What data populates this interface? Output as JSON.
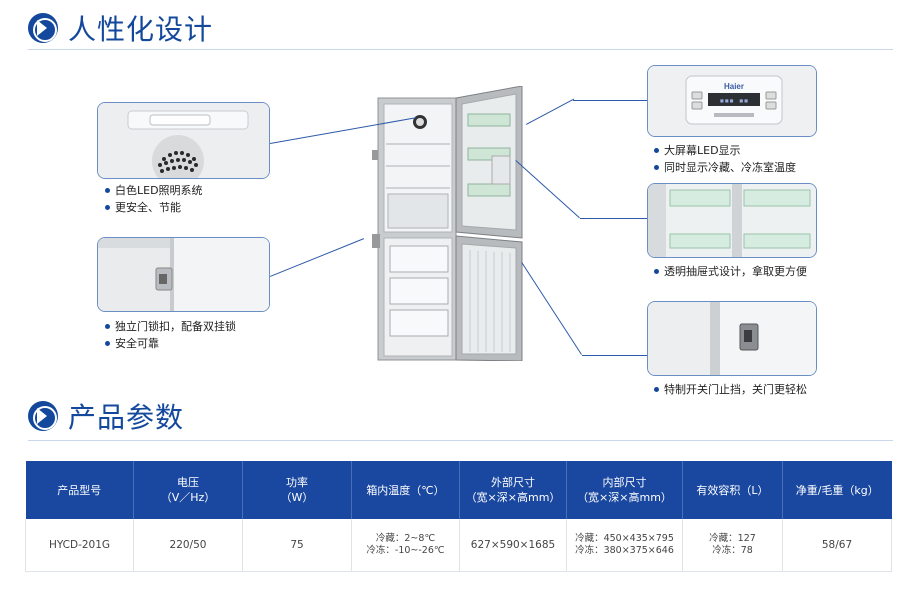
{
  "sections": {
    "design_title": "人性化设计",
    "params_title": "产品参数"
  },
  "features": {
    "light": {
      "bullets": [
        "白色LED照明系统",
        "更安全、节能"
      ]
    },
    "lock": {
      "bullets": [
        "独立门锁扣，配备双挂锁",
        "安全可靠"
      ]
    },
    "display": {
      "bullets": [
        "大屏幕LED显示",
        "同时显示冷藏、冷冻室温度"
      ],
      "brand": "Haier"
    },
    "drawer": {
      "bullets": [
        "透明抽屉式设计，拿取更方便"
      ]
    },
    "door": {
      "bullets": [
        "特制开关门止挡，关门更轻松"
      ]
    }
  },
  "table": {
    "headers": [
      "产品型号",
      "电压\n（V／Hz）",
      "功率\n（W）",
      "箱内温度（℃）",
      "外部尺寸\n（宽×深×高mm）",
      "内部尺寸\n（宽×深×高mm）",
      "有效容积（L）",
      "净重/毛重（kg）"
    ],
    "row": [
      "HYCD-201G",
      "220/50",
      "75",
      "冷藏：2~8℃\n冷冻：-10~-26℃",
      "627×590×1685",
      "冷藏：450×435×795\n冷冻：380×375×646",
      "冷藏：127\n冷冻：78",
      "58/67"
    ]
  },
  "colors": {
    "accent": "#13489c",
    "header_bg": "#1a48a0",
    "card_border": "#6b8ec5"
  }
}
